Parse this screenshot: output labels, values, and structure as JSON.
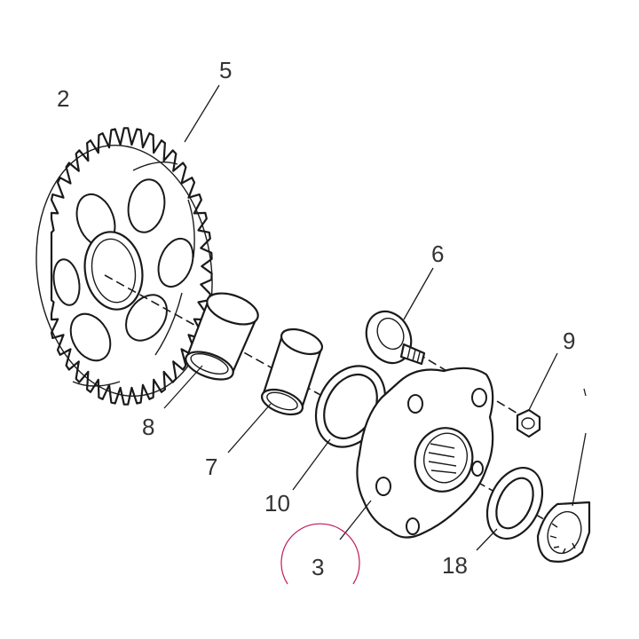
{
  "diagram": {
    "callouts": {
      "c2": "2",
      "c5": "5",
      "c6": "6",
      "c8": "8",
      "c7": "7",
      "c10": "10",
      "c9": "9",
      "c3": "3",
      "c18": "18"
    },
    "colors": {
      "line": "#1a1a1a",
      "label": "#333333",
      "highlight_circle": "#c2185b",
      "background": "#ffffff"
    }
  }
}
